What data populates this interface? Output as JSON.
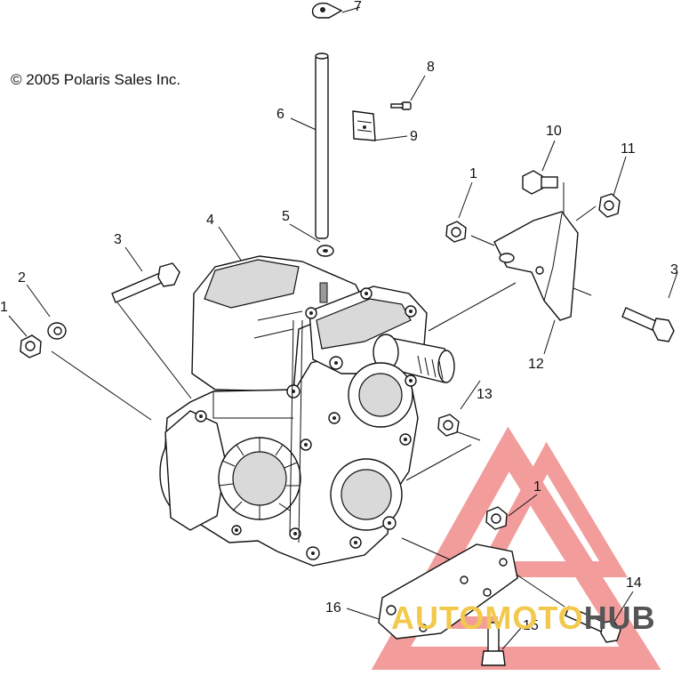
{
  "copyright": "© 2005 Polaris Sales Inc.",
  "callouts": [
    {
      "id": "c7",
      "text": "7"
    },
    {
      "id": "c8",
      "text": "8"
    },
    {
      "id": "c6",
      "text": "6"
    },
    {
      "id": "c9",
      "text": "9"
    },
    {
      "id": "c10",
      "text": "10"
    },
    {
      "id": "c11",
      "text": "11"
    },
    {
      "id": "c1a",
      "text": "1"
    },
    {
      "id": "c5",
      "text": "5"
    },
    {
      "id": "c4",
      "text": "4"
    },
    {
      "id": "c3a",
      "text": "3"
    },
    {
      "id": "c2",
      "text": "2"
    },
    {
      "id": "c1b",
      "text": "1"
    },
    {
      "id": "c3b",
      "text": "3"
    },
    {
      "id": "c12",
      "text": "12"
    },
    {
      "id": "c13",
      "text": "13"
    },
    {
      "id": "c1c",
      "text": "1"
    },
    {
      "id": "c14",
      "text": "14"
    },
    {
      "id": "c16",
      "text": "16"
    },
    {
      "id": "c15",
      "text": "15"
    }
  ],
  "watermark": {
    "part1": "AUTO",
    "part2": "MOTO",
    "part3": "HUB",
    "colors": {
      "triangle": "#e84c4c",
      "text_light": "#f2c94c",
      "text_dark": "#555555"
    }
  }
}
